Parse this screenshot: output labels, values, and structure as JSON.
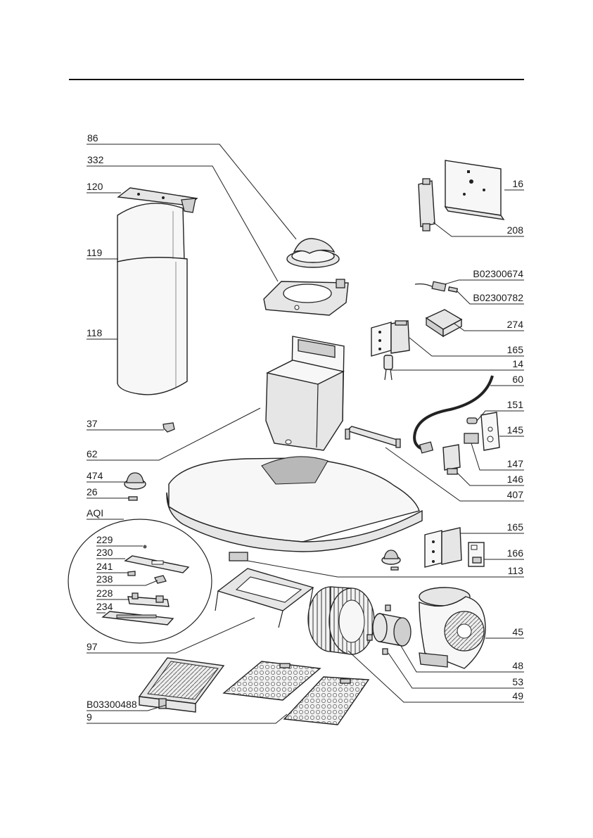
{
  "labels": {
    "l86": "86",
    "l332": "332",
    "l120": "120",
    "l119": "119",
    "l118": "118",
    "l37": "37",
    "l62": "62",
    "l474": "474",
    "l26": "26",
    "lAQI": "AQI",
    "l229": "229",
    "l230": "230",
    "l241": "241",
    "l238": "238",
    "l228": "228",
    "l234": "234",
    "l97": "97",
    "lB03300488": "B03300488",
    "l9": "9",
    "l16": "16",
    "l208": "208",
    "lB02300674": "B02300674",
    "lB02300782": "B02300782",
    "l274": "274",
    "l165a": "165",
    "l14": "14",
    "l60": "60",
    "l151": "151",
    "l145": "145",
    "l147": "147",
    "l146": "146",
    "l407": "407",
    "l165b": "165",
    "l166": "166",
    "l113": "113",
    "l45": "45",
    "l48": "48",
    "l53": "53",
    "l49": "49"
  }
}
